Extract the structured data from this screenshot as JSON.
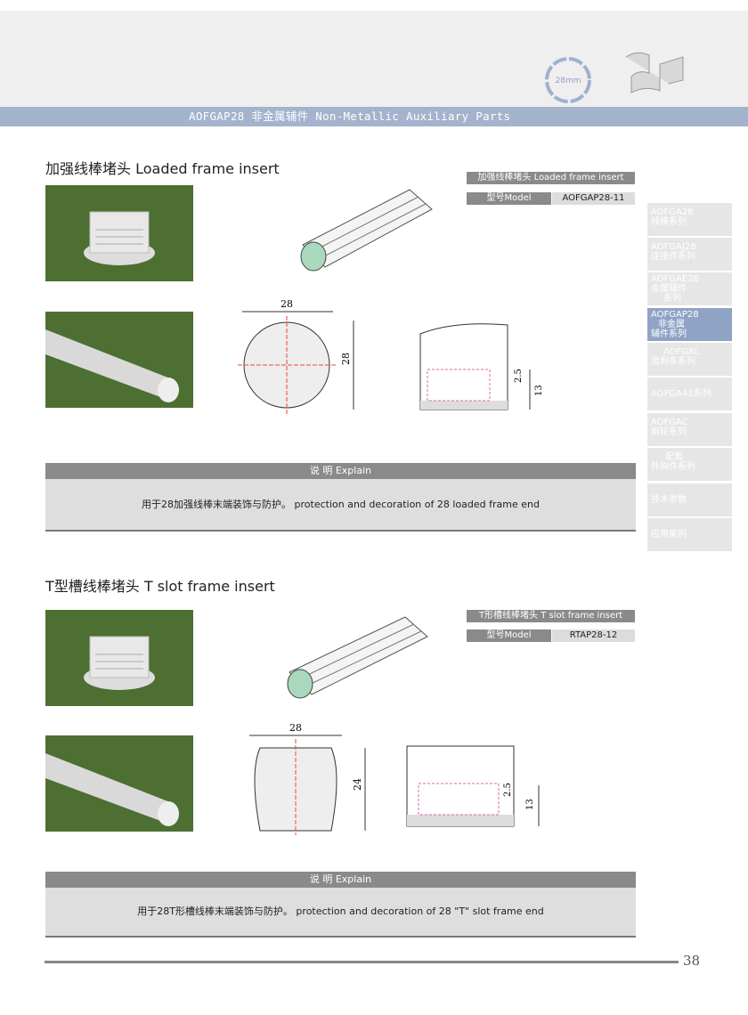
{
  "header": {
    "badge": "28mm",
    "band_title": "AOFGAP28 非金属辅件 Non-Metallic Auxiliary Parts"
  },
  "sections": [
    {
      "title": "加强线棒堵头   Loaded frame insert",
      "tag": "加强线棒堵头   Loaded frame insert",
      "model_label": "型号Model",
      "model_value": "AOFGAP28-11",
      "dims": {
        "width": "28",
        "height": "28",
        "d1": "2.5",
        "d2": "13"
      },
      "explain_header": "说 明  Explain",
      "explain_text": "用于28加强线棒末端装饰与防护。   protection and decoration of 28 loaded frame end"
    },
    {
      "title": "T型槽线棒堵头   T slot frame insert",
      "tag": "T形槽线棒堵头 T slot frame insert",
      "model_label": "型号Model",
      "model_value": "RTAP28-12",
      "dims": {
        "width": "28",
        "height": "24",
        "d1": "2.5",
        "d2": "13"
      },
      "explain_header": "说 明  Explain",
      "explain_text": "用于28T形槽线棒末端装饰与防护。   protection and decoration of 28 \"T\" slot frame end"
    }
  ],
  "sidebar": [
    {
      "l1": "AOFGA28",
      "l2": "线棒系列"
    },
    {
      "l1": "AOFGAJ28",
      "l2": "连接件系列"
    },
    {
      "l1": "AOFGAE28",
      "l2": "金属辅件",
      "l3": "系列"
    },
    {
      "l1": "AOFGAP28",
      "l2": "非金属",
      "l3": "辅件系列"
    },
    {
      "l1": "AOFGAL",
      "l2": "流利条系列"
    },
    {
      "l1": "AOFGA43系列"
    },
    {
      "l1": "AOFGAC",
      "l2": "脚轮系列"
    },
    {
      "l1": "配套",
      "l2": "外购件系列"
    },
    {
      "l1": "技术参数"
    },
    {
      "l1": "应用案例"
    }
  ],
  "footer": {
    "page_number": "38"
  },
  "colors": {
    "band": "#a3b3cc",
    "active": "#8fa3c5",
    "photo_bg": "#4d6f32"
  }
}
